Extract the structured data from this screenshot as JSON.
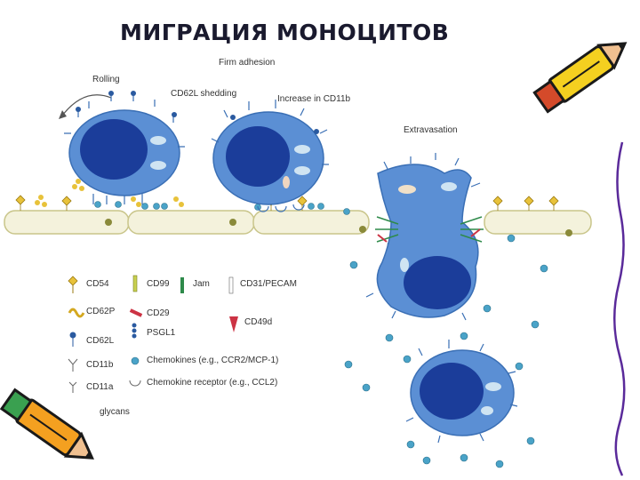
{
  "title": "МИГРАЦИЯ МОНОЦИТОВ",
  "stages": {
    "firm_adhesion": "Firm adhesion",
    "rolling": "Rolling",
    "cd62l_shedding": "CD62L shedding",
    "increase_cd11b": "Increase in CD11b",
    "extravasation": "Extravasation"
  },
  "legend": {
    "cd54": "CD54",
    "cd99": "CD99",
    "jam": "Jam",
    "cd31": "CD31/PECAM",
    "cd62p": "CD62P",
    "cd29": "CD29",
    "cd49d": "CD49d",
    "cd62l": "CD62L",
    "psgl1": "PSGL1",
    "cd11b": "CD11b",
    "chemokines": "Chemokines (e.g., CCR2/MCP-1)",
    "cd11a": "CD11a",
    "chemokine_receptor": "Chemokine receptor (e.g., CCL2)",
    "glycans": "glycans"
  },
  "colors": {
    "cell_body": "#5b8fd4",
    "nucleus": "#1b3d9a",
    "endothelium": "#f4f2dc",
    "endothelium_edge": "#c9c58a",
    "cd54": "#e8c23a",
    "chemokine": "#4aa3c8"
  },
  "icons": [
    "pencil-icon-top-right",
    "pencil-icon-bottom-left"
  ]
}
